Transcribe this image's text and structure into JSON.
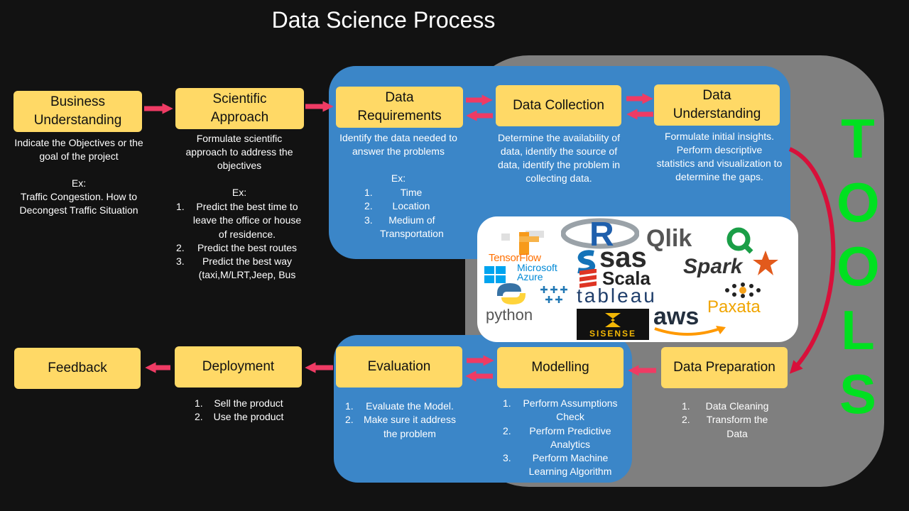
{
  "title": "Data Science Process",
  "steps": {
    "business": {
      "label": "Business Understanding",
      "desc": "Indicate the Objectives or the goal of the project\n\nEx:\nTraffic Congestion. How to Decongest Traffic Situation"
    },
    "scientific": {
      "label": "Scientific Approach",
      "desc": "Formulate scientific approach to address the objectives\n\nEx:",
      "items": [
        "Predict the best time to leave the office or house of residence.",
        "Predict the best routes",
        "Predict the best way (taxi,M/LRT,Jeep, Bus"
      ]
    },
    "requirements": {
      "label": "Data Requirements",
      "desc": "Identify the data needed to answer the problems\n\nEx:",
      "items": [
        "Time",
        "Location",
        "Medium of Transportation"
      ]
    },
    "collection": {
      "label": "Data Collection",
      "desc": "Determine the availability of data, identify the source of data, identify the problem  in collecting data."
    },
    "understanding": {
      "label": "Data Understanding",
      "desc": "Formulate initial insights. Perform  descriptive statistics and visualization to determine  the gaps."
    },
    "preparation": {
      "label": "Data Preparation",
      "items": [
        "Data Cleaning",
        "Transform the Data"
      ]
    },
    "modelling": {
      "label": "Modelling",
      "items": [
        "Perform  Assumptions Check",
        "Perform  Predictive Analytics",
        "Perform  Machine Learning Algorithm"
      ]
    },
    "evaluation": {
      "label": "Evaluation",
      "items": [
        "Evaluate the Model.",
        "Make sure it address the problem"
      ]
    },
    "deployment": {
      "label": "Deployment",
      "items": [
        "Sell the product",
        "Use the product"
      ]
    },
    "feedback": {
      "label": "Feedback"
    }
  },
  "tools": {
    "label": "TOOLS",
    "letters": [
      "T",
      "O",
      "O",
      "L",
      "S"
    ],
    "logos": [
      "TensorFlow",
      "R",
      "Qlik",
      "sas",
      "Microsoft Azure",
      "Scala",
      "Spark",
      "python",
      "tableau",
      "Paxata",
      "SISENSE",
      "aws"
    ]
  },
  "colors": {
    "background": "#121212",
    "box": "#ffd966",
    "blue_panel": "#3b86c8",
    "grey_panel": "#7f7f7f",
    "arrow": "#ef3b64",
    "tools": "#00e020"
  }
}
